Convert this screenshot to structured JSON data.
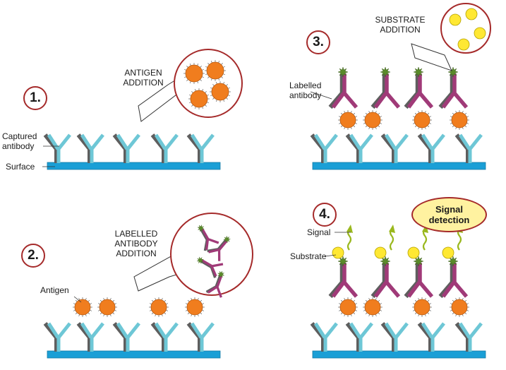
{
  "colors": {
    "surface": "#1a9fd6",
    "captured_antibody": "#6ec7d6",
    "antibody_shadow": "#5e5e5e",
    "antigen": "#f07d1e",
    "labelled_antibody": "#a03a78",
    "label_star": "#5a8a2a",
    "substrate": "#ffe833",
    "signal_wave": "#9ab81e",
    "circle_border": "#a52a2a"
  },
  "steps": [
    {
      "number": "1.",
      "addition_line1": "ANTIGEN",
      "addition_line2": "ADDITION"
    },
    {
      "number": "2.",
      "addition_line1": "LABELLED",
      "addition_line2": "ANTIBODY",
      "addition_line3": "ADDITION"
    },
    {
      "number": "3.",
      "addition_line1": "SUBSTRATE",
      "addition_line2": "ADDITION"
    },
    {
      "number": "4."
    }
  ],
  "labels": {
    "captured_antibody_line1": "Captured",
    "captured_antibody_line2": "antibody",
    "surface": "Surface",
    "antigen": "Antigen",
    "labelled_antibody_line1": "Labelled",
    "labelled_antibody_line2": "antibody",
    "signal": "Signal",
    "substrate": "Substrate",
    "signal_detection_line1": "Signal",
    "signal_detection_line2": "detection"
  }
}
